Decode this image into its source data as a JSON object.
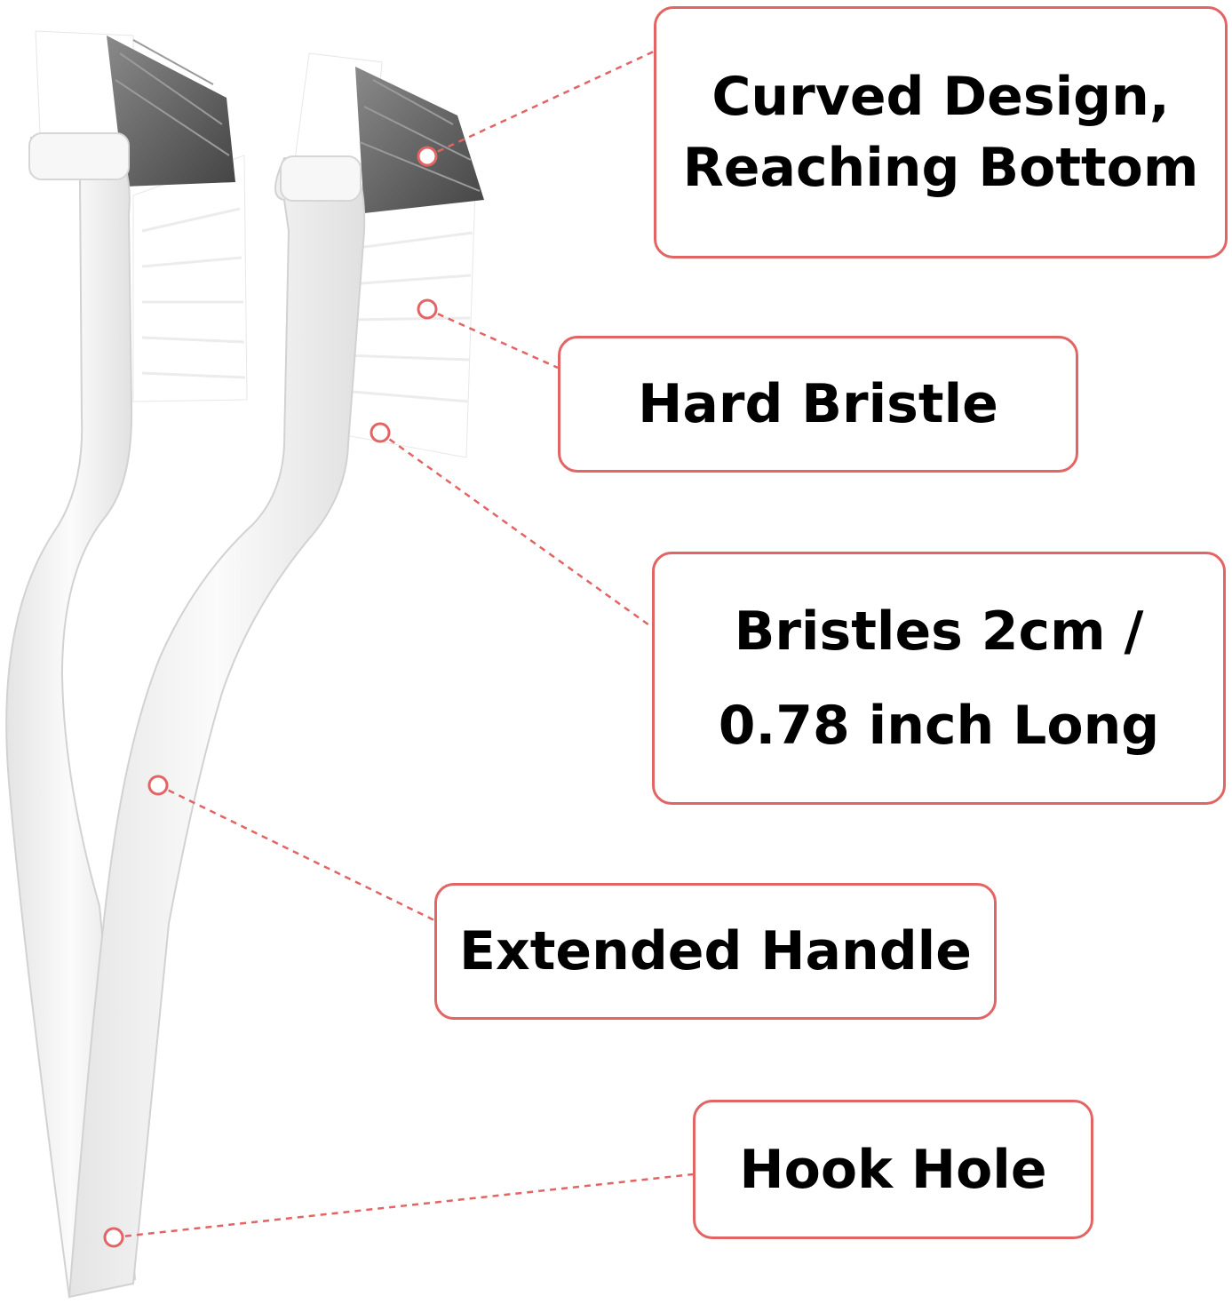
{
  "callouts": {
    "curved_design": "Curved Design,\nReaching Bottom",
    "hard_bristle": "Hard Bristle",
    "bristle_length": "Bristles 2cm /\n0.78 inch Long",
    "extended_handle": "Extended Handle",
    "hook_hole": "Hook Hole"
  },
  "colors": {
    "accent": "#e26464",
    "brush_body": "#f4f4f4",
    "bristle_white": "#ffffff",
    "bristle_gray": "#5a5a5a",
    "text": "#000000"
  }
}
